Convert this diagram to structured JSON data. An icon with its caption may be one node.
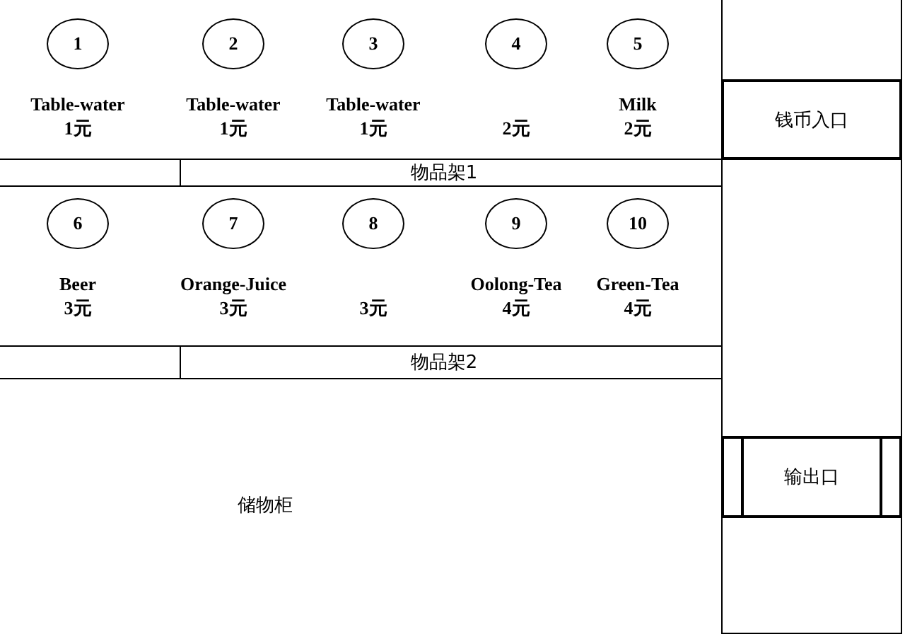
{
  "diagram": {
    "nodes": [
      {
        "text": [
          "1"
        ],
        "beside": [
          "Table-water",
          "1元"
        ]
      },
      {
        "text": [
          "2"
        ],
        "beside": [
          "Table-water",
          "1元"
        ]
      },
      {
        "text": [
          "3"
        ],
        "beside": [
          "Table-water",
          "1元"
        ]
      },
      {
        "text": [
          "4"
        ],
        "beside": [
          "2元"
        ]
      },
      {
        "text": [
          "5"
        ],
        "beside": [
          "Milk",
          "2元"
        ]
      },
      {
        "text": [
          "物品架1"
        ]
      },
      {
        "text": [
          "6"
        ],
        "beside": [
          "Beer",
          "3元"
        ]
      },
      {
        "text": [
          "7"
        ],
        "beside": [
          "Orange-Juice",
          "3元"
        ]
      },
      {
        "text": [
          "8"
        ],
        "beside": [
          "3元"
        ]
      },
      {
        "text": [
          "9"
        ],
        "beside": [
          "Oolong-Tea",
          "4元"
        ]
      },
      {
        "text": [
          "10"
        ],
        "beside": [
          "Green-Tea",
          "4元"
        ]
      },
      {
        "text": [
          "物品架2"
        ]
      },
      {
        "text": [
          "钱币入口"
        ]
      },
      {
        "text": [
          "输出口"
        ]
      },
      {
        "text": [
          "储物柜"
        ]
      }
    ]
  }
}
